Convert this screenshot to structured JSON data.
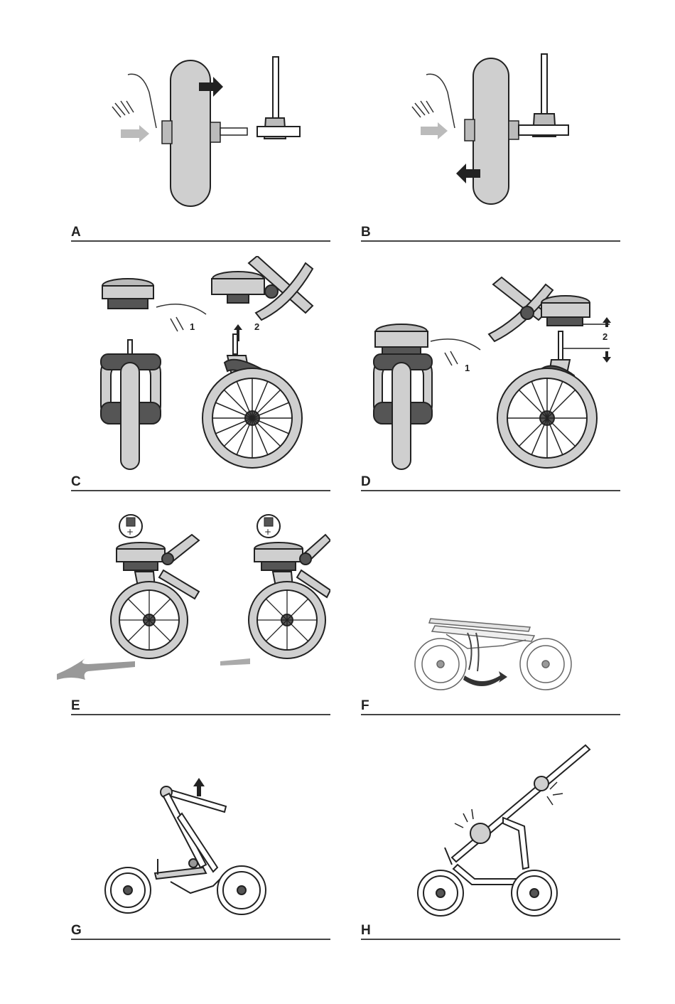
{
  "panels": [
    {
      "id": "A",
      "label": "A"
    },
    {
      "id": "B",
      "label": "B"
    },
    {
      "id": "C",
      "label": "C",
      "steps": [
        "1",
        "2"
      ]
    },
    {
      "id": "D",
      "label": "D",
      "steps": [
        "1",
        "2"
      ]
    },
    {
      "id": "E",
      "label": "E"
    },
    {
      "id": "F",
      "label": "F"
    },
    {
      "id": "G",
      "label": "G"
    },
    {
      "id": "H",
      "label": "H"
    }
  ],
  "icons": {
    "arrow": "arrow-icon",
    "hand": "hand-icon",
    "wheel": "wheel-icon",
    "stroller": "stroller-icon"
  },
  "colors": {
    "tire_fill": "#cfcfcf",
    "dark_part": "#555555",
    "line": "#222222",
    "rule": "#444444"
  }
}
